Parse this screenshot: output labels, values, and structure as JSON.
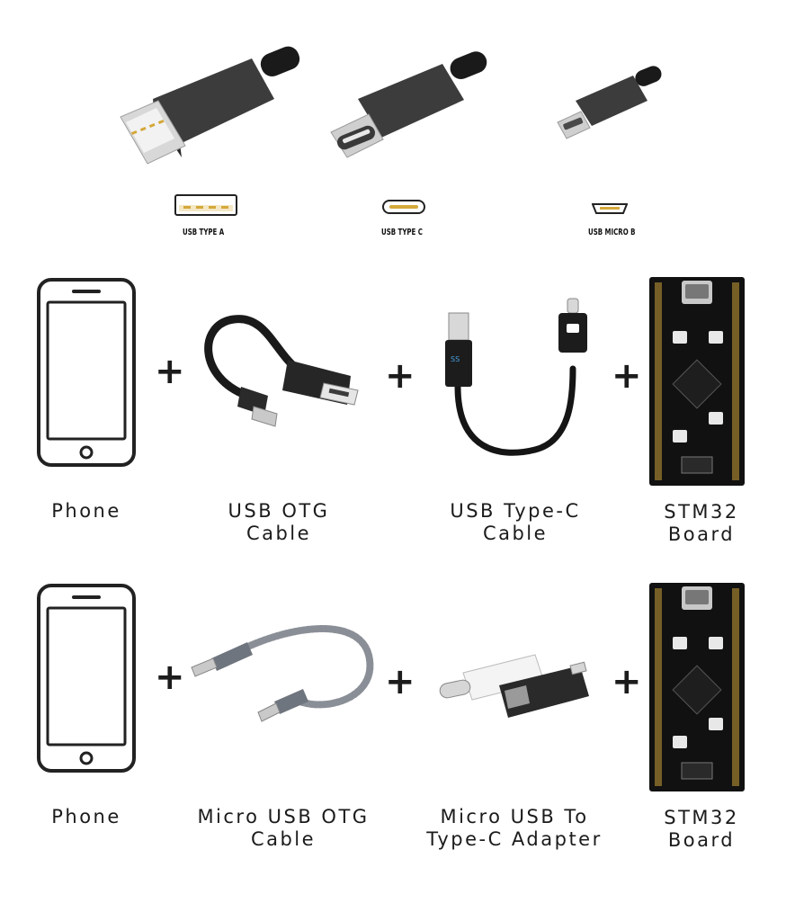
{
  "connector_types": [
    {
      "label": "USB TYPE A"
    },
    {
      "label": "USB TYPE C"
    },
    {
      "label": "USB MICRO B"
    }
  ],
  "rows": [
    {
      "items": [
        {
          "caption_lines": [
            "Phone"
          ]
        },
        {
          "caption_lines": [
            "USB OTG",
            "Cable"
          ]
        },
        {
          "caption_lines": [
            "USB Type-C",
            "Cable"
          ]
        },
        {
          "caption_lines": [
            "STM32",
            "Board"
          ]
        }
      ],
      "plus": "+"
    },
    {
      "items": [
        {
          "caption_lines": [
            "Phone"
          ]
        },
        {
          "caption_lines": [
            "Micro USB OTG",
            "Cable"
          ]
        },
        {
          "caption_lines": [
            "Micro USB To",
            "Type-C Adapter"
          ]
        },
        {
          "caption_lines": [
            "STM32",
            "Board"
          ]
        }
      ],
      "plus": "+"
    }
  ],
  "icons": {
    "phone": "smartphone-icon",
    "otg": "usb-otg-cable-icon",
    "typec": "usb-type-c-cable-icon",
    "board": "stm32-board-icon",
    "micro_otg": "micro-usb-otg-cable-icon",
    "adapter": "micro-usb-to-type-c-adapter-icon"
  },
  "colors": {
    "text": "#1b1b1b",
    "cable_dark": "#3a3a3a",
    "board": "#111111",
    "pin_gold": "#d4a83a"
  }
}
